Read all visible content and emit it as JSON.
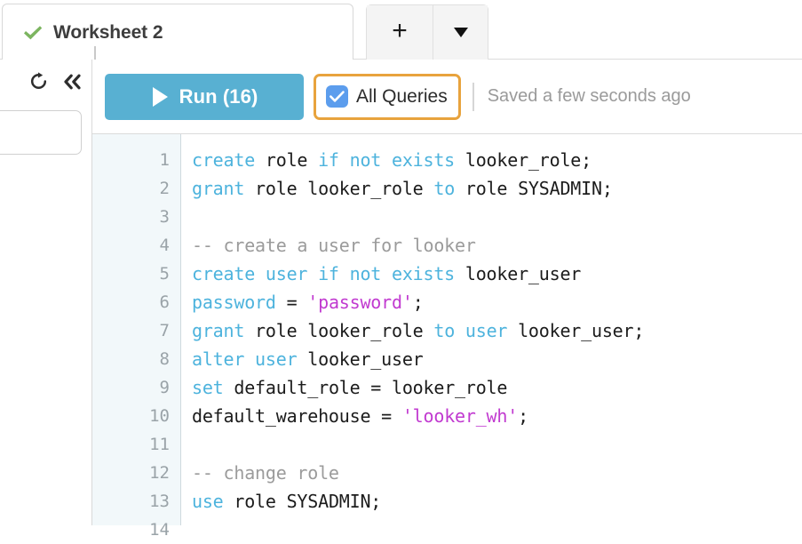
{
  "tabbar": {
    "active_tab": {
      "title": "Worksheet 2",
      "status_icon": "green-check-icon"
    },
    "new_tab_button": "+",
    "new_tab_dropdown": "▼"
  },
  "left_rail": {
    "refresh_icon": "refresh-icon",
    "collapse_icon": "double-chevron-left-icon",
    "input_value": "",
    "input_placeholder": ""
  },
  "toolbar": {
    "run_label": "Run (16)",
    "run_icon": "play-icon",
    "all_queries_label": "All Queries",
    "all_queries_checked": true,
    "saved_status": "Saved a few seconds ago",
    "colors": {
      "run_button": "#58b0d2",
      "checkbox": "#5c9ded",
      "focus_ring": "#e8a33d"
    }
  },
  "editor": {
    "gutter_numbers": [
      "1",
      "2",
      "3",
      "4",
      "5",
      "6",
      "7",
      "8",
      "9",
      "10",
      "11",
      "12",
      "13",
      "14"
    ],
    "lines": [
      {
        "n": "1",
        "tokens": [
          {
            "t": "create",
            "c": "kw"
          },
          {
            "t": " role ",
            "c": "pln"
          },
          {
            "t": "if not exists",
            "c": "kw"
          },
          {
            "t": " looker_role;",
            "c": "pln"
          }
        ]
      },
      {
        "n": "2",
        "tokens": [
          {
            "t": "grant",
            "c": "kw"
          },
          {
            "t": " role looker_role ",
            "c": "pln"
          },
          {
            "t": "to",
            "c": "kw"
          },
          {
            "t": " role SYSADMIN;",
            "c": "pln"
          }
        ]
      },
      {
        "n": "3",
        "tokens": []
      },
      {
        "n": "4",
        "tokens": [
          {
            "t": "-- create a user for looker",
            "c": "cmt"
          }
        ]
      },
      {
        "n": "5",
        "tokens": [
          {
            "t": "create user if not exists",
            "c": "kw"
          },
          {
            "t": " looker_user",
            "c": "pln"
          }
        ]
      },
      {
        "n": "6",
        "tokens": [
          {
            "t": "password",
            "c": "kw"
          },
          {
            "t": " = ",
            "c": "pln"
          },
          {
            "t": "'password'",
            "c": "str"
          },
          {
            "t": ";",
            "c": "pln"
          }
        ]
      },
      {
        "n": "7",
        "tokens": [
          {
            "t": "grant",
            "c": "kw"
          },
          {
            "t": " role looker_role ",
            "c": "pln"
          },
          {
            "t": "to user",
            "c": "kw"
          },
          {
            "t": " looker_user;",
            "c": "pln"
          }
        ]
      },
      {
        "n": "8",
        "tokens": [
          {
            "t": "alter user",
            "c": "kw"
          },
          {
            "t": " looker_user",
            "c": "pln"
          }
        ]
      },
      {
        "n": "9",
        "tokens": [
          {
            "t": "set",
            "c": "kw"
          },
          {
            "t": " default_role = looker_role",
            "c": "pln"
          }
        ]
      },
      {
        "n": "10",
        "tokens": [
          {
            "t": "default_warehouse = ",
            "c": "pln"
          },
          {
            "t": "'looker_wh'",
            "c": "str"
          },
          {
            "t": ";",
            "c": "pln"
          }
        ]
      },
      {
        "n": "11",
        "tokens": []
      },
      {
        "n": "12",
        "tokens": [
          {
            "t": "-- change role",
            "c": "cmt"
          }
        ]
      },
      {
        "n": "13",
        "tokens": [
          {
            "t": "use",
            "c": "kw"
          },
          {
            "t": " role SYSADMIN;",
            "c": "pln"
          }
        ]
      },
      {
        "n": "14",
        "tokens": []
      }
    ],
    "syntax_colors": {
      "keyword": "#4db3dd",
      "string": "#c13ad0",
      "comment": "#9b9b9b",
      "plain": "#1c1c1c",
      "gutter_bg": "#f2f8fa",
      "gutter_text": "#9aa3a8"
    }
  }
}
